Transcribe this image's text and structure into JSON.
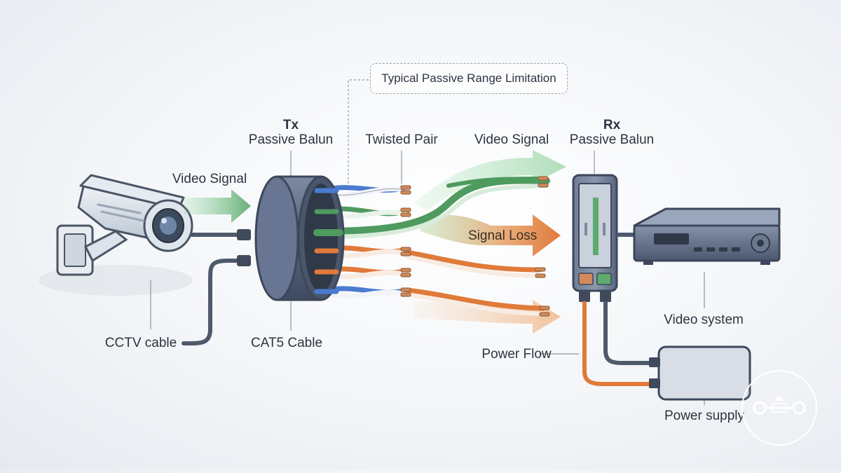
{
  "labels": {
    "tx_title": "Tx",
    "tx_subtitle": "Passive Balun",
    "rx_title": "Rx",
    "rx_subtitle": "Passive Balun",
    "video_signal_left": "Video Signal",
    "twisted_pair": "Twisted Pair",
    "video_signal_right": "Video Signal",
    "signal_loss": "Signal Loss",
    "range_limitation": "Typical Passive Range Limitation",
    "cctv_cable": "CCTV cable",
    "cat5_cable": "CAT5 Cable",
    "video_system": "Video system",
    "power_flow": "Power Flow",
    "power_supply": "Power supply"
  },
  "colors": {
    "green_signal": "#5faa6e",
    "orange_loss": "#e08a4a",
    "balun_blue": "#5b6a85",
    "wire_blue": "#4a7bd0",
    "cable_dark": "#4e5a6c"
  },
  "icons": [
    "cctv-camera-icon",
    "tx-balun-drum-icon",
    "rx-balun-box-icon",
    "dvr-recorder-icon",
    "power-supply-icon",
    "watermark-logo-icon"
  ]
}
